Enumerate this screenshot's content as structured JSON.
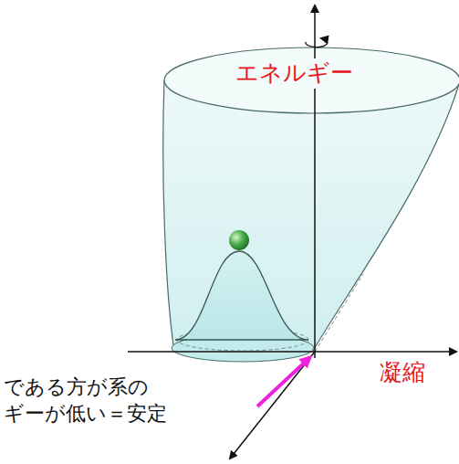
{
  "diagram": {
    "labels": [
      "エネルギー",
      "凝縮",
      "である方が系の ギーが低い＝安定"
    ]
  }
}
